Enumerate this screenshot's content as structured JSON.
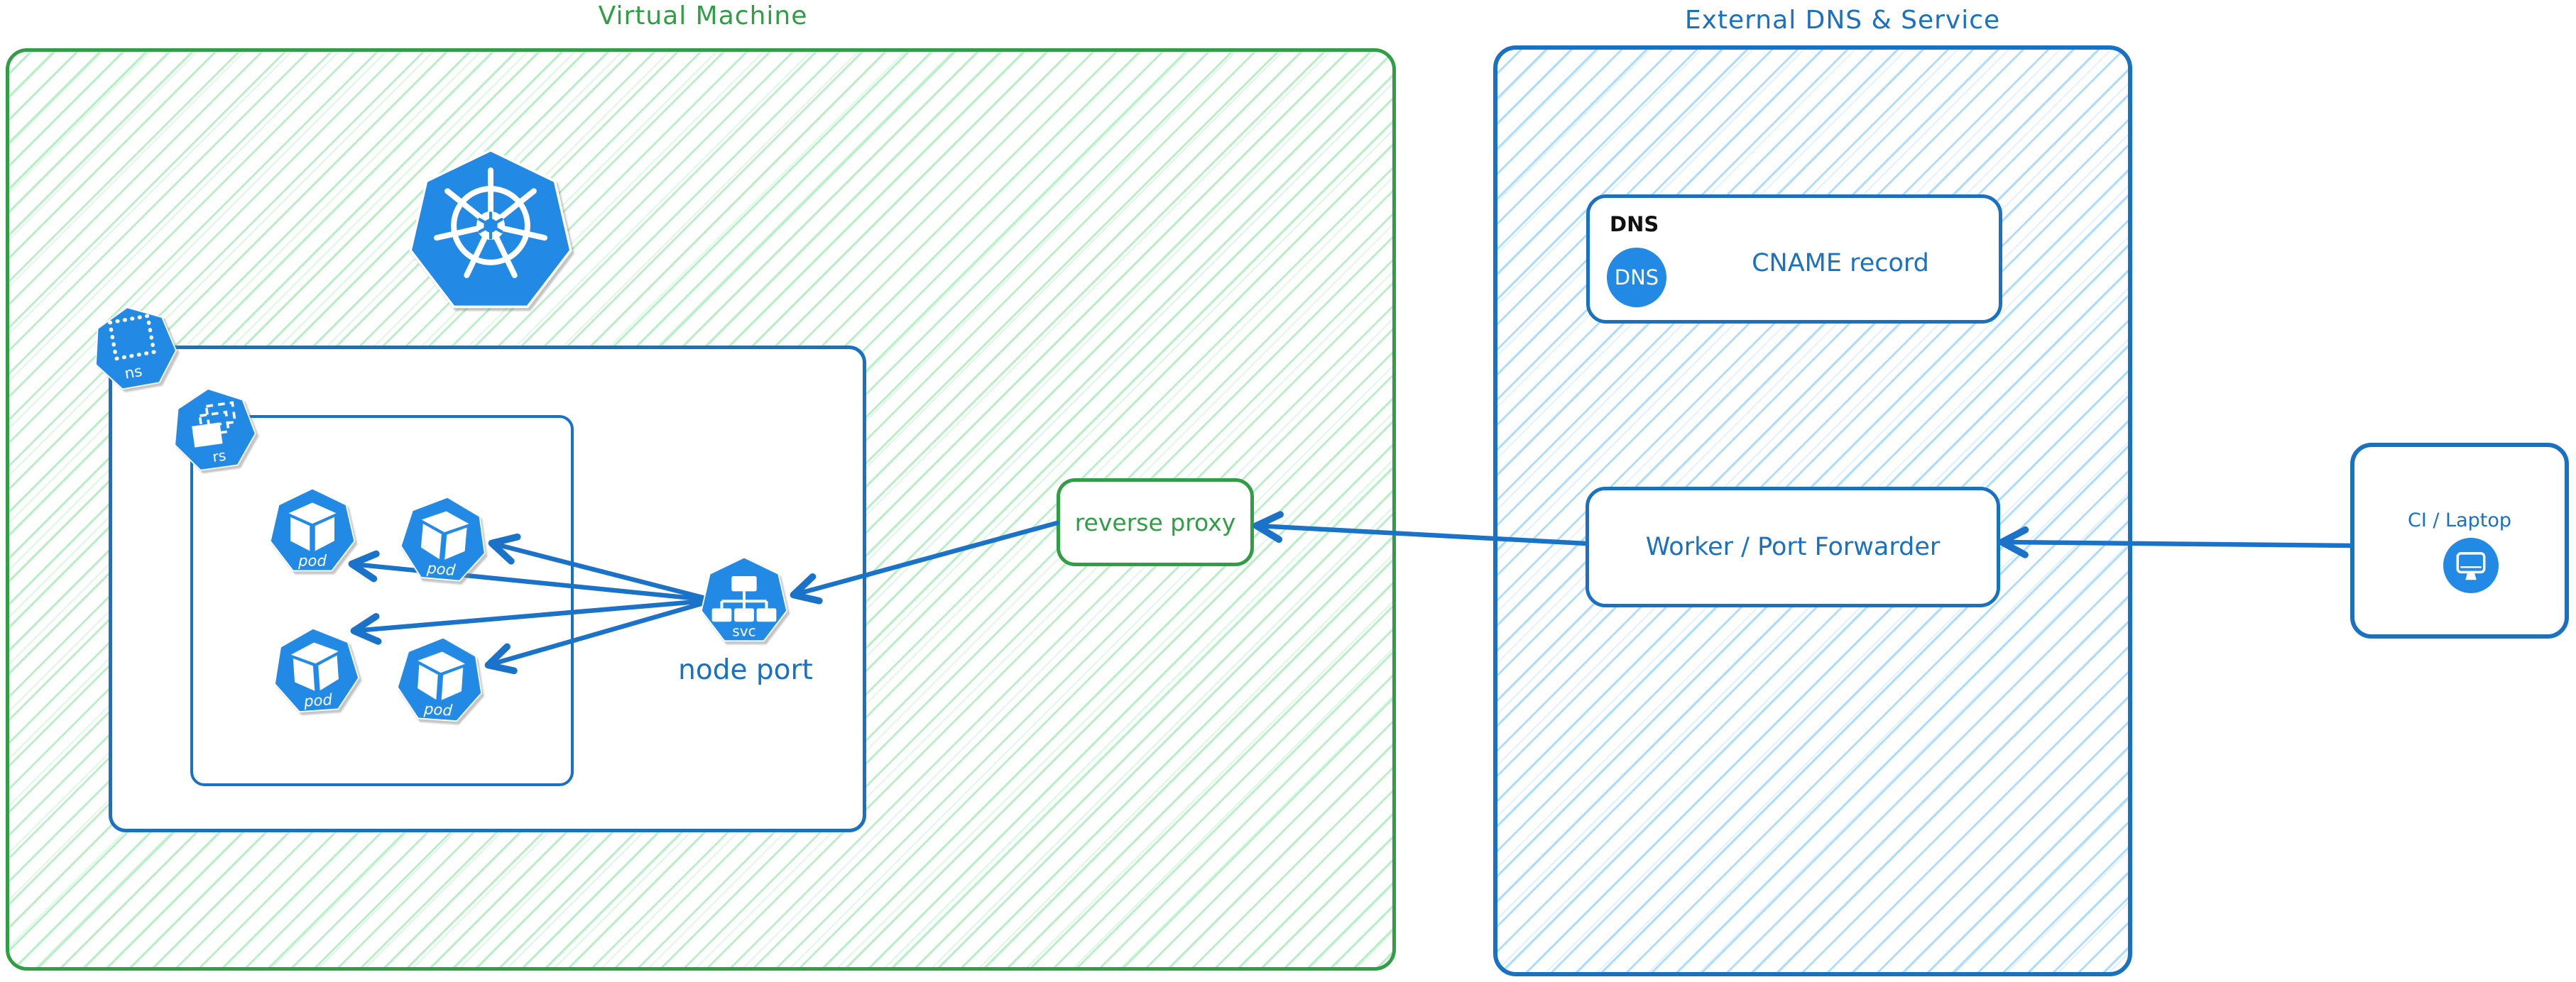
{
  "diagram": {
    "vm": {
      "title": "Virtual Machine"
    },
    "cluster": {
      "ns_label": "ns",
      "rs_label": "rs",
      "pod_labels": [
        "pod",
        "pod",
        "pod",
        "pod"
      ],
      "svc_label": "svc",
      "node_port_label": "node port"
    },
    "reverse_proxy": {
      "label": "reverse proxy"
    },
    "external": {
      "title": "External DNS & Service",
      "dns_tag": "DNS",
      "dns_icon_text": "DNS",
      "cname_label": "CNAME record",
      "worker_label": "Worker / Port Forwarder"
    },
    "ci": {
      "label": "CI / Laptop"
    }
  },
  "colors": {
    "green_stroke": "#2f9e44",
    "green_hatch": "#b9eec6",
    "blue_stroke": "#1971c2",
    "blue_hatch": "#aedcff",
    "icon_fill": "#2289e4",
    "arrow": "#1a73c8",
    "dns_tag_text": "#111111"
  }
}
